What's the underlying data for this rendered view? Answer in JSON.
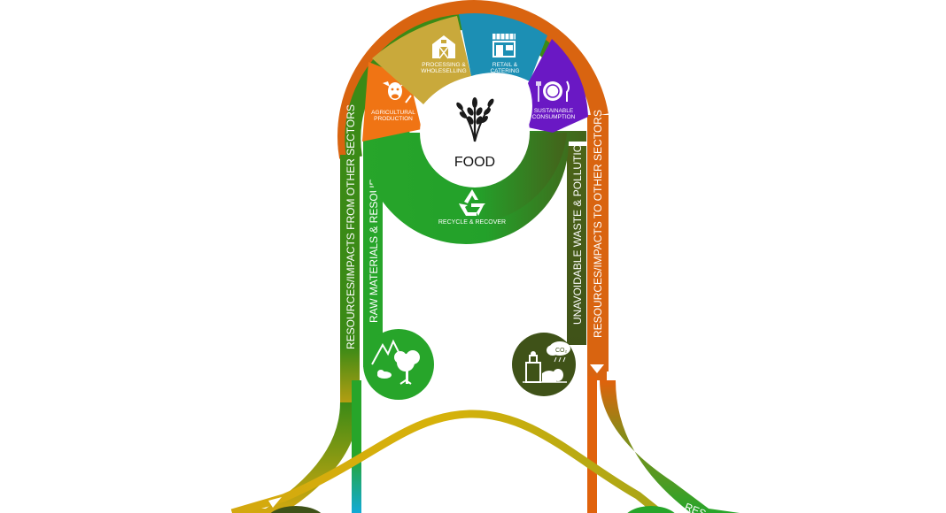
{
  "center": {
    "title": "FOOD"
  },
  "segments": [
    {
      "key": "agri",
      "line1": "AGRICULTURAL",
      "line2": "PRODUCTION",
      "color": "#f07414",
      "icon": "cow-icon"
    },
    {
      "key": "proc",
      "line1": "PROCESSING &",
      "line2": "WHOLESELLING",
      "color": "#c9a93b",
      "icon": "barn-icon"
    },
    {
      "key": "retail",
      "line1": "RETAIL &",
      "line2": "CATERING",
      "color": "#1c8fb4",
      "icon": "shop-icon"
    },
    {
      "key": "consume",
      "line1": "SUSTAINABLE",
      "line2": "CONSUMPTION",
      "color": "#6a18c4",
      "icon": "plate-icon"
    }
  ],
  "recycle": {
    "label": "RECYCLE & RECOVER",
    "icon": "recycle-icon"
  },
  "flows": {
    "outer_left": "RESOURCES/IMPACTS FROM OTHER SECTORS",
    "inner_left": "RAW MATERIALS & RESOURCES",
    "inner_right": "UNAVOIDABLE WASTE & POLLUTION",
    "outer_right": "RESOURCES/IMPACTS TO OTHER SECTORS",
    "bottom_right_partial": "RES"
  },
  "nodes": {
    "resources": {
      "icon": "nature-icon",
      "color": "#27a52a"
    },
    "waste": {
      "icon": "waste-co2-icon",
      "color": "#3f5218",
      "co2": "CO₂"
    }
  },
  "colors": {
    "orange": "#e0620c",
    "green": "#27a52a",
    "olive": "#3f5218",
    "gold": "#d4a80f",
    "cyan": "#12aad6"
  }
}
